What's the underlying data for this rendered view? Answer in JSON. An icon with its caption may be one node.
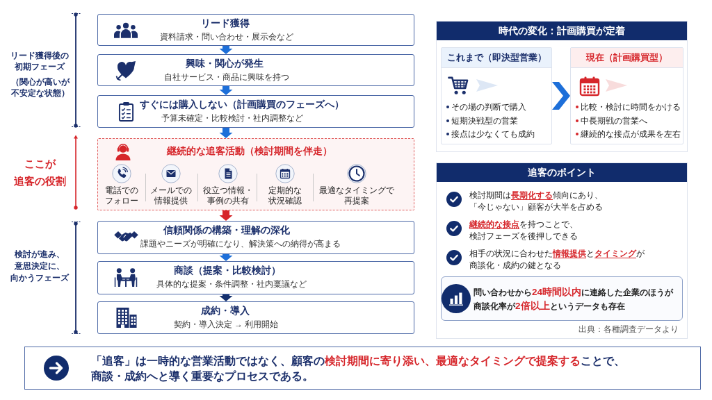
{
  "diagram": {
    "nodes": [
      {
        "text": [
          "リード獲得",
          "資料請求・問い合わせ・展示会など"
        ]
      },
      {
        "text": [
          "興味・関心が発生",
          "自社サービス・商品に興味を持つ"
        ]
      },
      {
        "text": [
          "すぐには購入しない（計画購買のフェーズへ）",
          "予算未確定・比較検討・社内調整など"
        ]
      },
      {
        "text": [
          "継続的な追客活動（検討期間を伴走）",
          "電話でのフォロー",
          "メールでの情報提供",
          "役立つ情報・事例の共有",
          "定期的な状況確認",
          "最適なタイミングで再提案"
        ]
      },
      {
        "text": [
          "信頼関係の構築・理解の深化",
          "課題やニーズが明確になり、解決策への納得が高まる"
        ]
      },
      {
        "text": [
          "商談（提案・比較検討）",
          "具体的な提案・条件調整・社内稟議など"
        ]
      },
      {
        "text": [
          "成約・導入",
          "契約・導入決定 → 利用開始"
        ]
      },
      {
        "text": [
          "時代の変化：計画購買が定着"
        ]
      },
      {
        "text": [
          "これまで（即決型営業）",
          "その場の判断で購入",
          "短期決戦型の営業",
          "接点は少なくても成約"
        ],
        "in": 7
      },
      {
        "text": [
          "現在（計画購買型）",
          "比較・検討に時間をかける",
          "中長期戦の営業へ",
          "継続的な接点が成果を左右"
        ],
        "in": 7
      },
      {
        "text": [
          "追客のポイント",
          "検討期間は**長期化する**傾向にあり、「今じゃない」顧客が大半を占める",
          "**継続的な接点**を持つことで、検討フェーズを後押しできる",
          "相手の状況に合わせた**情報提供**と**タイミング**が商談化・成約の鍵となる",
          "出典：各種調査データより"
        ]
      },
      {
        "text": [
          "問い合わせから**24時間以内**に連絡した企業のほうが商談化率が**2倍以上**というデータも存在"
        ],
        "in": 10
      },
      {
        "text": [
          "「追客」は一時的な営業活動ではなく、顧客の**検討期間に寄り添い、最適なタイミングで提案する**ことで、商談・成約へと導く重要なプロセスである。"
        ]
      }
    ],
    "edges": [
      {
        "from": 0,
        "to": 1,
        "arrow": "to"
      },
      {
        "from": 1,
        "to": 2,
        "arrow": "to"
      },
      {
        "from": 2,
        "to": 3,
        "arrow": "to"
      },
      {
        "from": 3,
        "to": 4,
        "arrow": "to",
        "color": "#d6262b"
      },
      {
        "from": 4,
        "to": 5,
        "arrow": "to"
      },
      {
        "from": 5,
        "to": 6,
        "arrow": "to",
        "color": "#14306e"
      },
      {
        "from": 8,
        "to": 9,
        "arrow": "to"
      }
    ],
    "labels": [
      "リード獲得後の初期フェーズ",
      "（関心が高いが不安定な状態）",
      "ここが追客の役割",
      "検討が進み、意思決定に、向かうフェーズ"
    ]
  }
}
